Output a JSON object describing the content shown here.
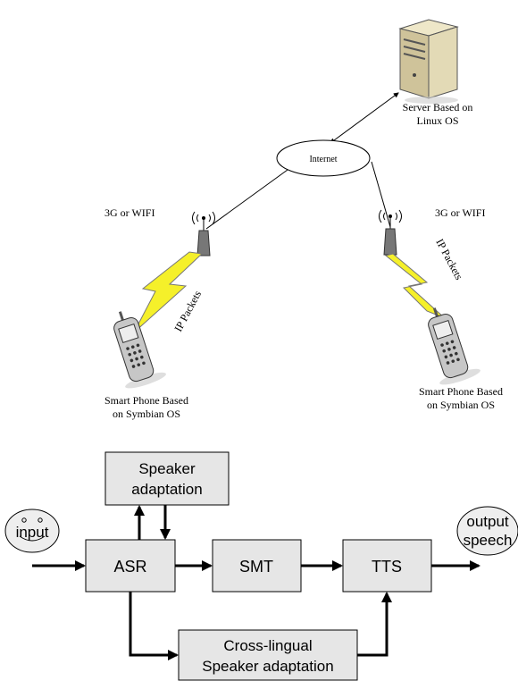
{
  "network": {
    "server_label_line1": "Server Based on",
    "server_label_line2": "Linux OS",
    "internet_label": "Internet",
    "left_link_label": "3G or WIFI",
    "right_link_label": "3G or WIFI",
    "left_packets_label": "IP Packets",
    "right_packets_label": "IP Packets",
    "left_phone_line1": "Smart Phone Based",
    "left_phone_line2": "on Symbian OS",
    "right_phone_line1": "Smart Phone Based",
    "right_phone_line2": "on Symbian OS"
  },
  "pipeline": {
    "input_label_line1": "input",
    "output_label_line1": "output",
    "output_label_line2": "speech",
    "speaker_adaptation_line1": "Speaker",
    "speaker_adaptation_line2": "adaptation",
    "asr_label": "ASR",
    "smt_label": "SMT",
    "tts_label": "TTS",
    "cross_lingual_line1": "Cross-lingual",
    "cross_lingual_line2": "Speaker adaptation"
  },
  "colors": {
    "box_fill": "#e6e6e6",
    "bubble_fill": "#eeeeee",
    "lightning_fill": "#f5f02a",
    "server_body": "#d9cfa6",
    "phone_body": "#c7c7c7"
  }
}
